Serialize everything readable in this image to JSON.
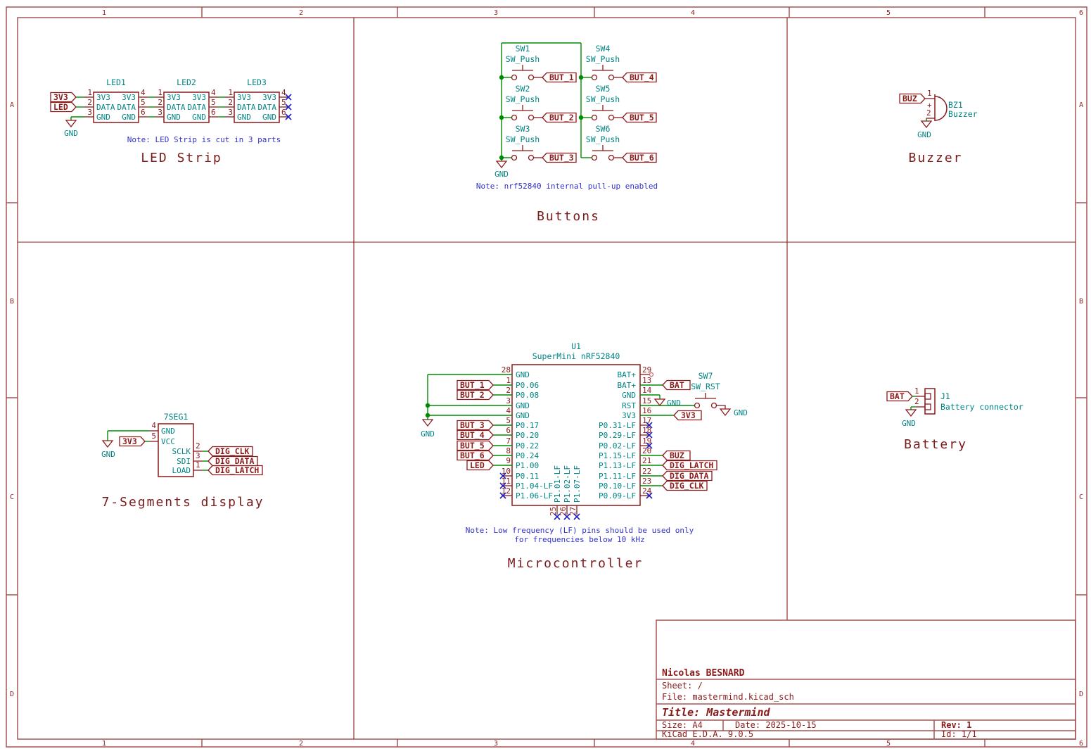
{
  "frame": {
    "cols": [
      "1",
      "2",
      "3",
      "4",
      "5",
      "6"
    ],
    "rows": [
      "A",
      "B",
      "C",
      "D"
    ]
  },
  "colors": {
    "maroon": "#8B1A1A",
    "teal": "#008484",
    "wire_green": "#008C00",
    "note_blue": "#3232C8",
    "symbol_fill": "#FFFFC2",
    "frame_red": "#A35555"
  },
  "led_strip": {
    "title": "LED Strip",
    "note": "Note: LED Strip is cut in 3 parts",
    "refs": [
      "LED1",
      "LED2",
      "LED3"
    ],
    "pin_names": [
      "3V3",
      "DATA",
      "GND"
    ],
    "nums_left": [
      "1",
      "2",
      "3"
    ],
    "nums_right": [
      "4",
      "5",
      "6"
    ],
    "label_3v3": "3V3",
    "label_led": "LED",
    "gnd": "GND"
  },
  "buttons": {
    "title": "Buttons",
    "note": "Note: nrf52840 internal pull-up enabled",
    "refs": [
      "SW1",
      "SW2",
      "SW3",
      "SW4",
      "SW5",
      "SW6"
    ],
    "value": "SW_Push",
    "labels": [
      "BUT_1",
      "BUT_2",
      "BUT_3",
      "BUT_4",
      "BUT_5",
      "BUT_6"
    ],
    "gnd": "GND"
  },
  "buzzer": {
    "title": "Buzzer",
    "label": "BUZ",
    "ref": "BZ1",
    "value": "Buzzer",
    "pin1": "1",
    "pin2": "2",
    "plus": "+",
    "gnd": "GND"
  },
  "seg7": {
    "title": "7-Segments display",
    "ref": "7SEG1",
    "left_pins": [
      {
        "num": "4",
        "name": "GND"
      },
      {
        "num": "5",
        "name": "VCC"
      }
    ],
    "right_pins": [
      {
        "num": "2",
        "name": "SCLK"
      },
      {
        "num": "3",
        "name": "SDI"
      },
      {
        "num": "1",
        "name": "LOAD"
      }
    ],
    "label_3v3": "3V3",
    "labels": [
      "DIG_CLK",
      "DIG_DATA",
      "DIG_LATCH"
    ],
    "gnd": "GND"
  },
  "mcu": {
    "title": "Microcontroller",
    "ref": "U1",
    "value": "SuperMini nRF52840",
    "note1": "Note: Low frequency (LF) pins should be used only",
    "note2": "for frequencies below 10 kHz",
    "left_pins": [
      {
        "num": "28",
        "name": "GND"
      },
      {
        "num": "1",
        "name": "P0.06"
      },
      {
        "num": "2",
        "name": "P0.08"
      },
      {
        "num": "3",
        "name": "GND"
      },
      {
        "num": "4",
        "name": "GND"
      },
      {
        "num": "5",
        "name": "P0.17"
      },
      {
        "num": "6",
        "name": "P0.20"
      },
      {
        "num": "7",
        "name": "P0.22"
      },
      {
        "num": "8",
        "name": "P0.24"
      },
      {
        "num": "9",
        "name": "P1.00"
      },
      {
        "num": "10",
        "name": "P0.11"
      },
      {
        "num": "11",
        "name": "P1.04-LF"
      },
      {
        "num": "12",
        "name": "P1.06-LF"
      }
    ],
    "right_pins": [
      {
        "num": "29",
        "name": "BAT+"
      },
      {
        "num": "13",
        "name": "BAT+"
      },
      {
        "num": "14",
        "name": "GND"
      },
      {
        "num": "15",
        "name": "RST"
      },
      {
        "num": "16",
        "name": "3V3"
      },
      {
        "num": "17",
        "name": "P0.31-LF"
      },
      {
        "num": "18",
        "name": "P0.29-LF"
      },
      {
        "num": "19",
        "name": "P0.02-LF"
      },
      {
        "num": "20",
        "name": "P1.15-LF"
      },
      {
        "num": "21",
        "name": "P1.13-LF"
      },
      {
        "num": "22",
        "name": "P1.11-LF"
      },
      {
        "num": "23",
        "name": "P0.10-LF"
      },
      {
        "num": "24",
        "name": "P0.09-LF"
      }
    ],
    "bottom_pins": [
      {
        "num": "25",
        "name": "P1.01-LF"
      },
      {
        "num": "26",
        "name": "P1.02-LF"
      },
      {
        "num": "27",
        "name": "P1.07-LF"
      }
    ],
    "left_labels": [
      "BUT_1",
      "BUT_2",
      "BUT_3",
      "BUT_4",
      "BUT_5",
      "BUT_6",
      "LED"
    ],
    "bat_label": "BAT",
    "v3_label": "3V3",
    "buz_label": "BUZ",
    "dig_labels": [
      "DIG_LATCH",
      "DIG_DATA",
      "DIG_CLK"
    ],
    "sw_ref": "SW7",
    "sw_value": "SW_RST",
    "gnd": "GND"
  },
  "battery": {
    "title": "Battery",
    "label": "BAT",
    "ref": "J1",
    "value": "Battery connector",
    "pin1": "1",
    "pin2": "2",
    "gnd": "GND"
  },
  "title_block": {
    "author": "Nicolas BESNARD",
    "sheet": "Sheet: /",
    "file": "File: mastermind.kicad_sch",
    "title": "Title: Mastermind",
    "size": "Size: A4",
    "date": "Date: 2025-10-15",
    "rev": "Rev: 1",
    "kicad": "KiCad E.D.A. 9.0.5",
    "id": "Id: 1/1"
  }
}
